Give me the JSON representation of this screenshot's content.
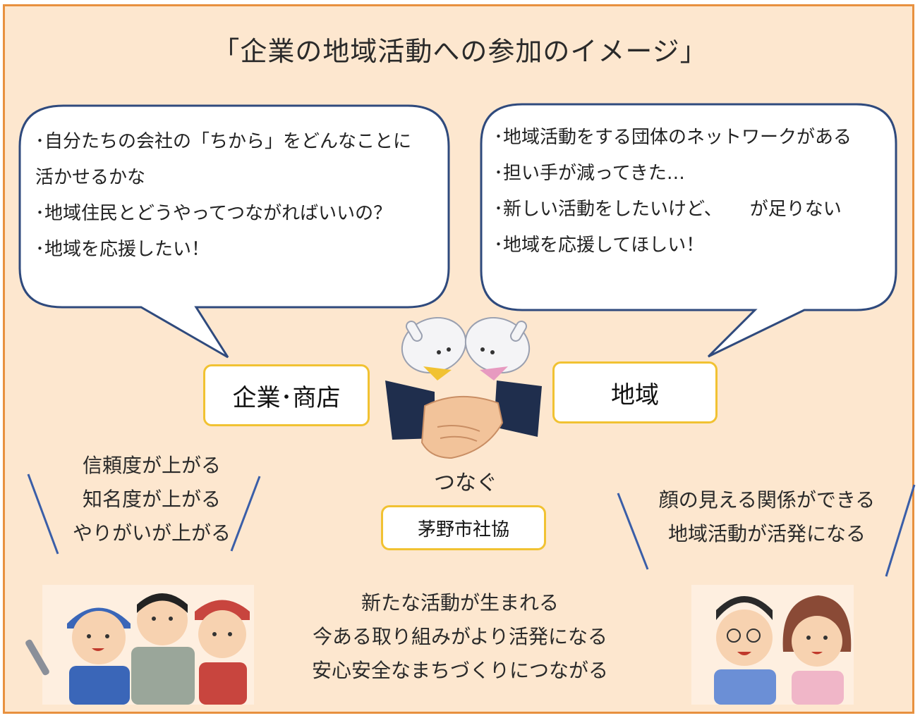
{
  "title": "「企業の地域活動への参加のイメージ」",
  "left_bubble": {
    "lines": [
      "･自分たちの会社の「ちから」をどんなことに",
      "  活かせるかな",
      "･地域住民とどうやってつながればいいの？",
      "･地域を応援したい！"
    ]
  },
  "right_bubble": {
    "lines": [
      "･地域活動をする団体のネットワークがある",
      "･担い手が減ってきた…",
      "･新しい活動をしたいけど、　　が足りない",
      "･地域を応援してほしい！"
    ]
  },
  "boxes": {
    "company": "企業･商店",
    "region": "地域",
    "council": "茅野市社協"
  },
  "connect_label": "つなぐ",
  "left_benefits": [
    "信頼度が上がる",
    "知名度が上がる",
    "やりがいが上がる"
  ],
  "right_benefits": [
    "顔の見える関係ができる",
    "地域活動が活発になる"
  ],
  "center_outcomes": [
    "新たな活動が生まれる",
    "今ある取り組みがより活発になる",
    "安心安全なまちづくりにつながる"
  ],
  "colors": {
    "background": "#fde7cf",
    "frame": "#e8913f",
    "bubble_border": "#2f4a7d",
    "box_border": "#f1c232"
  }
}
